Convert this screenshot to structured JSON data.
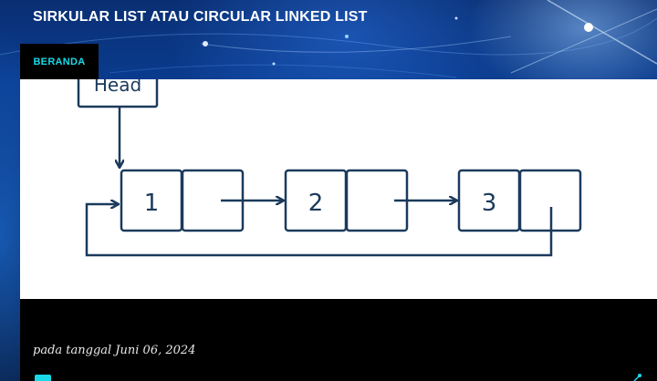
{
  "header": {
    "blog_title": "SIRKULAR LIST ATAU CIRCULAR LINKED LIST"
  },
  "nav": {
    "home_label": "BERANDA"
  },
  "figure": {
    "head_label": "Head",
    "nodes": [
      "1",
      "2",
      "3"
    ]
  },
  "post": {
    "date_text": "pada tanggal Juni 06, 2024"
  },
  "icons": {
    "comment": "comment-icon",
    "share": "share-icon"
  },
  "colors": {
    "accent": "#18d9e8",
    "diagram_stroke": "#1b3a5c"
  }
}
